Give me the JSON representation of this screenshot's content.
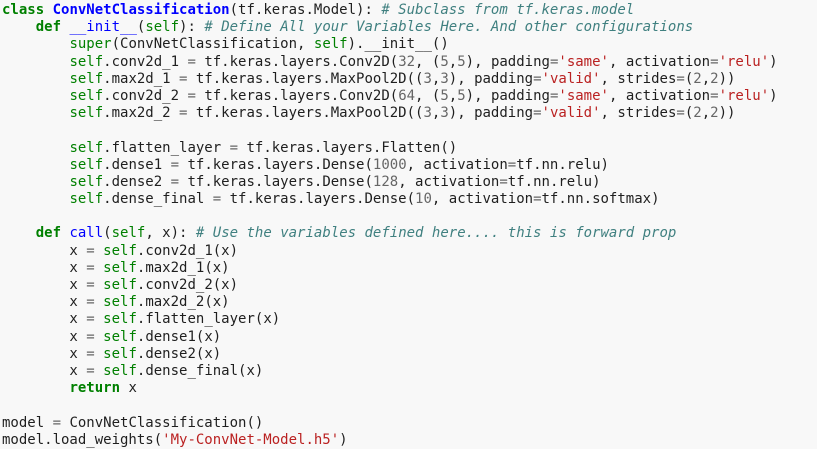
{
  "editor": {
    "background_color": "#f8f8f8",
    "language": "python",
    "token_styles": {
      "k": {
        "color": "#008000",
        "bold": true,
        "italic": false
      },
      "nc": {
        "color": "#0000FF",
        "bold": true,
        "italic": false
      },
      "nf": {
        "color": "#0000FF",
        "bold": false,
        "italic": false
      },
      "nb": {
        "color": "#008000",
        "bold": false,
        "italic": false
      },
      "bp": {
        "color": "#008000",
        "bold": false,
        "italic": false
      },
      "c": {
        "color": "#408080",
        "bold": false,
        "italic": true
      },
      "s": {
        "color": "#BA2121",
        "bold": false,
        "italic": false
      },
      "m": {
        "color": "#666666",
        "bold": false,
        "italic": false
      },
      "o": {
        "color": "#666666",
        "bold": false,
        "italic": false
      },
      "p": {
        "color": "#1f1f1f",
        "bold": false,
        "italic": false
      }
    },
    "lines": [
      [
        [
          "k",
          "class"
        ],
        [
          "p",
          " "
        ],
        [
          "nc",
          "ConvNetClassification"
        ],
        [
          "p",
          "(tf.keras.Model): "
        ],
        [
          "c",
          "# Subclass from tf.keras.model"
        ]
      ],
      [
        [
          "p",
          "    "
        ],
        [
          "k",
          "def"
        ],
        [
          "p",
          " "
        ],
        [
          "nf",
          "__init__"
        ],
        [
          "p",
          "("
        ],
        [
          "bp",
          "self"
        ],
        [
          "p",
          "): "
        ],
        [
          "c",
          "# Define All your Variables Here. And other configurations"
        ]
      ],
      [
        [
          "p",
          "        "
        ],
        [
          "nb",
          "super"
        ],
        [
          "p",
          "(ConvNetClassification, "
        ],
        [
          "bp",
          "self"
        ],
        [
          "p",
          ").__init__()"
        ]
      ],
      [
        [
          "p",
          "        "
        ],
        [
          "bp",
          "self"
        ],
        [
          "p",
          ".conv2d_1 "
        ],
        [
          "o",
          "="
        ],
        [
          "p",
          " tf.keras.layers.Conv2D("
        ],
        [
          "m",
          "32"
        ],
        [
          "p",
          ", ("
        ],
        [
          "m",
          "5"
        ],
        [
          "p",
          ","
        ],
        [
          "m",
          "5"
        ],
        [
          "p",
          "), padding"
        ],
        [
          "o",
          "="
        ],
        [
          "s",
          "'same'"
        ],
        [
          "p",
          ", activation"
        ],
        [
          "o",
          "="
        ],
        [
          "s",
          "'relu'"
        ],
        [
          "p",
          ")"
        ]
      ],
      [
        [
          "p",
          "        "
        ],
        [
          "bp",
          "self"
        ],
        [
          "p",
          ".max2d_1 "
        ],
        [
          "o",
          "="
        ],
        [
          "p",
          " tf.keras.layers.MaxPool2D(("
        ],
        [
          "m",
          "3"
        ],
        [
          "p",
          ","
        ],
        [
          "m",
          "3"
        ],
        [
          "p",
          "), padding"
        ],
        [
          "o",
          "="
        ],
        [
          "s",
          "'valid'"
        ],
        [
          "p",
          ", strides"
        ],
        [
          "o",
          "="
        ],
        [
          "p",
          "("
        ],
        [
          "m",
          "2"
        ],
        [
          "p",
          ","
        ],
        [
          "m",
          "2"
        ],
        [
          "p",
          "))"
        ]
      ],
      [
        [
          "p",
          "        "
        ],
        [
          "bp",
          "self"
        ],
        [
          "p",
          ".conv2d_2 "
        ],
        [
          "o",
          "="
        ],
        [
          "p",
          " tf.keras.layers.Conv2D("
        ],
        [
          "m",
          "64"
        ],
        [
          "p",
          ", ("
        ],
        [
          "m",
          "5"
        ],
        [
          "p",
          ","
        ],
        [
          "m",
          "5"
        ],
        [
          "p",
          "), padding"
        ],
        [
          "o",
          "="
        ],
        [
          "s",
          "'same'"
        ],
        [
          "p",
          ", activation"
        ],
        [
          "o",
          "="
        ],
        [
          "s",
          "'relu'"
        ],
        [
          "p",
          ")"
        ]
      ],
      [
        [
          "p",
          "        "
        ],
        [
          "bp",
          "self"
        ],
        [
          "p",
          ".max2d_2 "
        ],
        [
          "o",
          "="
        ],
        [
          "p",
          " tf.keras.layers.MaxPool2D(("
        ],
        [
          "m",
          "3"
        ],
        [
          "p",
          ","
        ],
        [
          "m",
          "3"
        ],
        [
          "p",
          "), padding"
        ],
        [
          "o",
          "="
        ],
        [
          "s",
          "'valid'"
        ],
        [
          "p",
          ", strides"
        ],
        [
          "o",
          "="
        ],
        [
          "p",
          "("
        ],
        [
          "m",
          "2"
        ],
        [
          "p",
          ","
        ],
        [
          "m",
          "2"
        ],
        [
          "p",
          "))"
        ]
      ],
      [],
      [
        [
          "p",
          "        "
        ],
        [
          "bp",
          "self"
        ],
        [
          "p",
          ".flatten_layer "
        ],
        [
          "o",
          "="
        ],
        [
          "p",
          " tf.keras.layers.Flatten()"
        ]
      ],
      [
        [
          "p",
          "        "
        ],
        [
          "bp",
          "self"
        ],
        [
          "p",
          ".dense1 "
        ],
        [
          "o",
          "="
        ],
        [
          "p",
          " tf.keras.layers.Dense("
        ],
        [
          "m",
          "1000"
        ],
        [
          "p",
          ", activation"
        ],
        [
          "o",
          "="
        ],
        [
          "p",
          "tf.nn.relu)"
        ]
      ],
      [
        [
          "p",
          "        "
        ],
        [
          "bp",
          "self"
        ],
        [
          "p",
          ".dense2 "
        ],
        [
          "o",
          "="
        ],
        [
          "p",
          " tf.keras.layers.Dense("
        ],
        [
          "m",
          "128"
        ],
        [
          "p",
          ", activation"
        ],
        [
          "o",
          "="
        ],
        [
          "p",
          "tf.nn.relu)"
        ]
      ],
      [
        [
          "p",
          "        "
        ],
        [
          "bp",
          "self"
        ],
        [
          "p",
          ".dense_final "
        ],
        [
          "o",
          "="
        ],
        [
          "p",
          " tf.keras.layers.Dense("
        ],
        [
          "m",
          "10"
        ],
        [
          "p",
          ", activation"
        ],
        [
          "o",
          "="
        ],
        [
          "p",
          "tf.nn.softmax)"
        ]
      ],
      [],
      [
        [
          "p",
          "    "
        ],
        [
          "k",
          "def"
        ],
        [
          "p",
          " "
        ],
        [
          "nf",
          "call"
        ],
        [
          "p",
          "("
        ],
        [
          "bp",
          "self"
        ],
        [
          "p",
          ", x): "
        ],
        [
          "c",
          "# Use the variables defined here.... this is forward prop"
        ]
      ],
      [
        [
          "p",
          "        x "
        ],
        [
          "o",
          "="
        ],
        [
          "p",
          " "
        ],
        [
          "bp",
          "self"
        ],
        [
          "p",
          ".conv2d_1(x)"
        ]
      ],
      [
        [
          "p",
          "        x "
        ],
        [
          "o",
          "="
        ],
        [
          "p",
          " "
        ],
        [
          "bp",
          "self"
        ],
        [
          "p",
          ".max2d_1(x)"
        ]
      ],
      [
        [
          "p",
          "        x "
        ],
        [
          "o",
          "="
        ],
        [
          "p",
          " "
        ],
        [
          "bp",
          "self"
        ],
        [
          "p",
          ".conv2d_2(x)"
        ]
      ],
      [
        [
          "p",
          "        x "
        ],
        [
          "o",
          "="
        ],
        [
          "p",
          " "
        ],
        [
          "bp",
          "self"
        ],
        [
          "p",
          ".max2d_2(x)"
        ]
      ],
      [
        [
          "p",
          "        x "
        ],
        [
          "o",
          "="
        ],
        [
          "p",
          " "
        ],
        [
          "bp",
          "self"
        ],
        [
          "p",
          ".flatten_layer(x)"
        ]
      ],
      [
        [
          "p",
          "        x "
        ],
        [
          "o",
          "="
        ],
        [
          "p",
          " "
        ],
        [
          "bp",
          "self"
        ],
        [
          "p",
          ".dense1(x)"
        ]
      ],
      [
        [
          "p",
          "        x "
        ],
        [
          "o",
          "="
        ],
        [
          "p",
          " "
        ],
        [
          "bp",
          "self"
        ],
        [
          "p",
          ".dense2(x)"
        ]
      ],
      [
        [
          "p",
          "        x "
        ],
        [
          "o",
          "="
        ],
        [
          "p",
          " "
        ],
        [
          "bp",
          "self"
        ],
        [
          "p",
          ".dense_final(x)"
        ]
      ],
      [
        [
          "p",
          "        "
        ],
        [
          "k",
          "return"
        ],
        [
          "p",
          " x"
        ]
      ],
      [],
      [
        [
          "p",
          "model "
        ],
        [
          "o",
          "="
        ],
        [
          "p",
          " ConvNetClassification()"
        ]
      ],
      [
        [
          "p",
          "model.load_weights("
        ],
        [
          "s",
          "'My-ConvNet-Model.h5'"
        ],
        [
          "p",
          ")"
        ]
      ]
    ]
  }
}
